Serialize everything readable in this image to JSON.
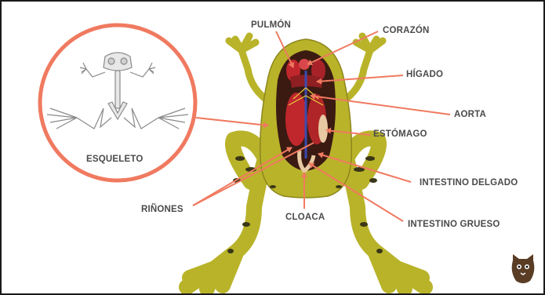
{
  "colors": {
    "accent": "#f07a60",
    "frog_skin": "#b9b32a",
    "frog_spots": "#3a3618",
    "organ_red": "#c0272d",
    "label_text": "#4a4a4a"
  },
  "diagram": {
    "skeleton_label": "ESQUELETO",
    "labels": {
      "pulmon": "PULMÓN",
      "corazon": "CORAZÓN",
      "higado": "HÍGADO",
      "aorta": "AORTA",
      "estomago": "ESTÓMAGO",
      "intestino_delgado": "INTESTINO DELGADO",
      "intestino_grueso": "INTESTINO GRUESO",
      "cloaca": "CLOACA",
      "rinones": "RIÑONES"
    }
  },
  "logo": {
    "icon": "cat-logo-icon"
  }
}
